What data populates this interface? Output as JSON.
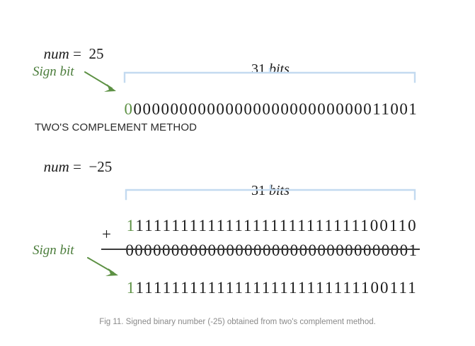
{
  "figure": {
    "caption": "Fig 11. Signed binary number (-25) obtained from two's complement method."
  },
  "colors": {
    "sign_bit_green": "#5d9144",
    "label_green": "#4a7c3a",
    "bracket_blue": "#c3daf0",
    "text_black": "#1b1b1b",
    "rule_gray": "#3a3a3a",
    "caption_gray": "#8a8a8a",
    "background": "#ffffff"
  },
  "section_positive": {
    "num_label": "num",
    "num_equals": "=",
    "num_value": "25",
    "sign_bit_label": "Sign bit",
    "span_label_count": "31",
    "span_label_unit": "bits",
    "binary": {
      "sign_bit": "0",
      "magnitude_bits": "0000000000000000000000000011001",
      "full": "00000000000000000000000000011001",
      "total_bits": 32
    }
  },
  "section_title": "TWO'S COMPLEMENT METHOD",
  "section_negative": {
    "num_label": "num",
    "num_equals": "=",
    "num_value": "−25",
    "sign_bit_label": "Sign bit",
    "span_label_count": "31",
    "span_label_unit": "bits",
    "row_ones_complement": {
      "sign_bit": "1",
      "magnitude_bits": "1111111111111111111111111100110",
      "full": "11111111111111111111111111100110",
      "total_bits": 32
    },
    "row_addend": {
      "operator": "+",
      "sign_bit": "0",
      "magnitude_bits": "0000000000000000000000000000001",
      "full": "00000000000000000000000000000001",
      "total_bits": 32
    },
    "row_result": {
      "sign_bit": "1",
      "magnitude_bits": "1111111111111111111111111100111",
      "full": "11111111111111111111111111100111",
      "total_bits": 32
    }
  }
}
